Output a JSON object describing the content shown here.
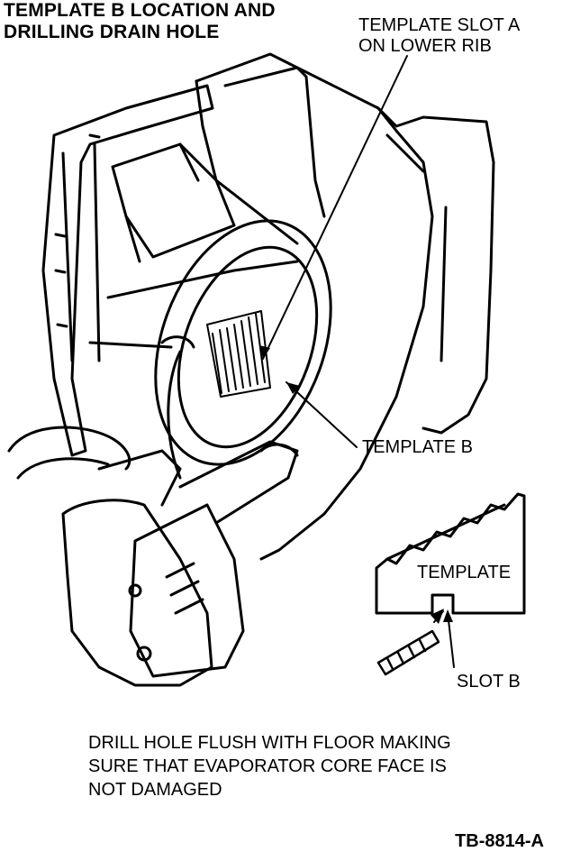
{
  "title": "TEMPLATE B LOCATION AND\nDRILLING DRAIN HOLE",
  "callouts": {
    "slot_a": "TEMPLATE SLOT A\nON LOWER RIB",
    "template_b": "TEMPLATE B",
    "template": "TEMPLATE",
    "slot_b": "SLOT B"
  },
  "note": "DRILL HOLE FLUSH WITH FLOOR MAKING\nSURE THAT EVAPORATOR CORE FACE IS\nNOT DAMAGED",
  "figure_id": "TB-8814-A"
}
